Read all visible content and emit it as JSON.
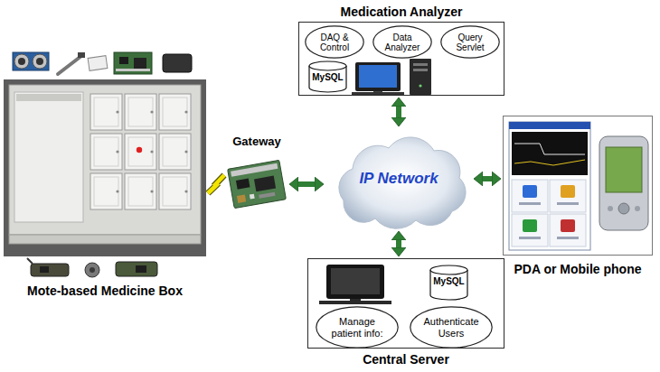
{
  "diagram": {
    "nodes": [
      {
        "text": [
          "Medication Analyzer"
        ]
      },
      {
        "text": [
          "DAQ & Control"
        ],
        "in": 0
      },
      {
        "text": [
          "Data Analyzer"
        ],
        "in": 0
      },
      {
        "text": [
          "Query Servlet"
        ],
        "in": 0
      },
      {
        "text": [
          "MySQL"
        ],
        "in": 0
      },
      {
        "text": [
          "Mote-based Medicine Box"
        ]
      },
      {
        "text": [
          "Gateway"
        ]
      },
      {
        "text": [
          "IP Network"
        ]
      },
      {
        "text": [
          "PDA or Mobile phone"
        ]
      },
      {
        "text": [
          "Central Server"
        ]
      },
      {
        "text": [
          "MySQL"
        ],
        "in": 9
      },
      {
        "text": [
          "Manage patient info:"
        ],
        "in": 9
      },
      {
        "text": [
          "Authenticate Users"
        ],
        "in": 9
      }
    ],
    "edges": [
      {
        "from": 5,
        "to": 6,
        "arrow": "none"
      },
      {
        "from": 6,
        "to": 7,
        "arrow": "both"
      },
      {
        "from": 0,
        "to": 7,
        "arrow": "both"
      },
      {
        "from": 7,
        "to": 8,
        "arrow": "both"
      },
      {
        "from": 7,
        "to": 9,
        "arrow": "both"
      }
    ]
  }
}
